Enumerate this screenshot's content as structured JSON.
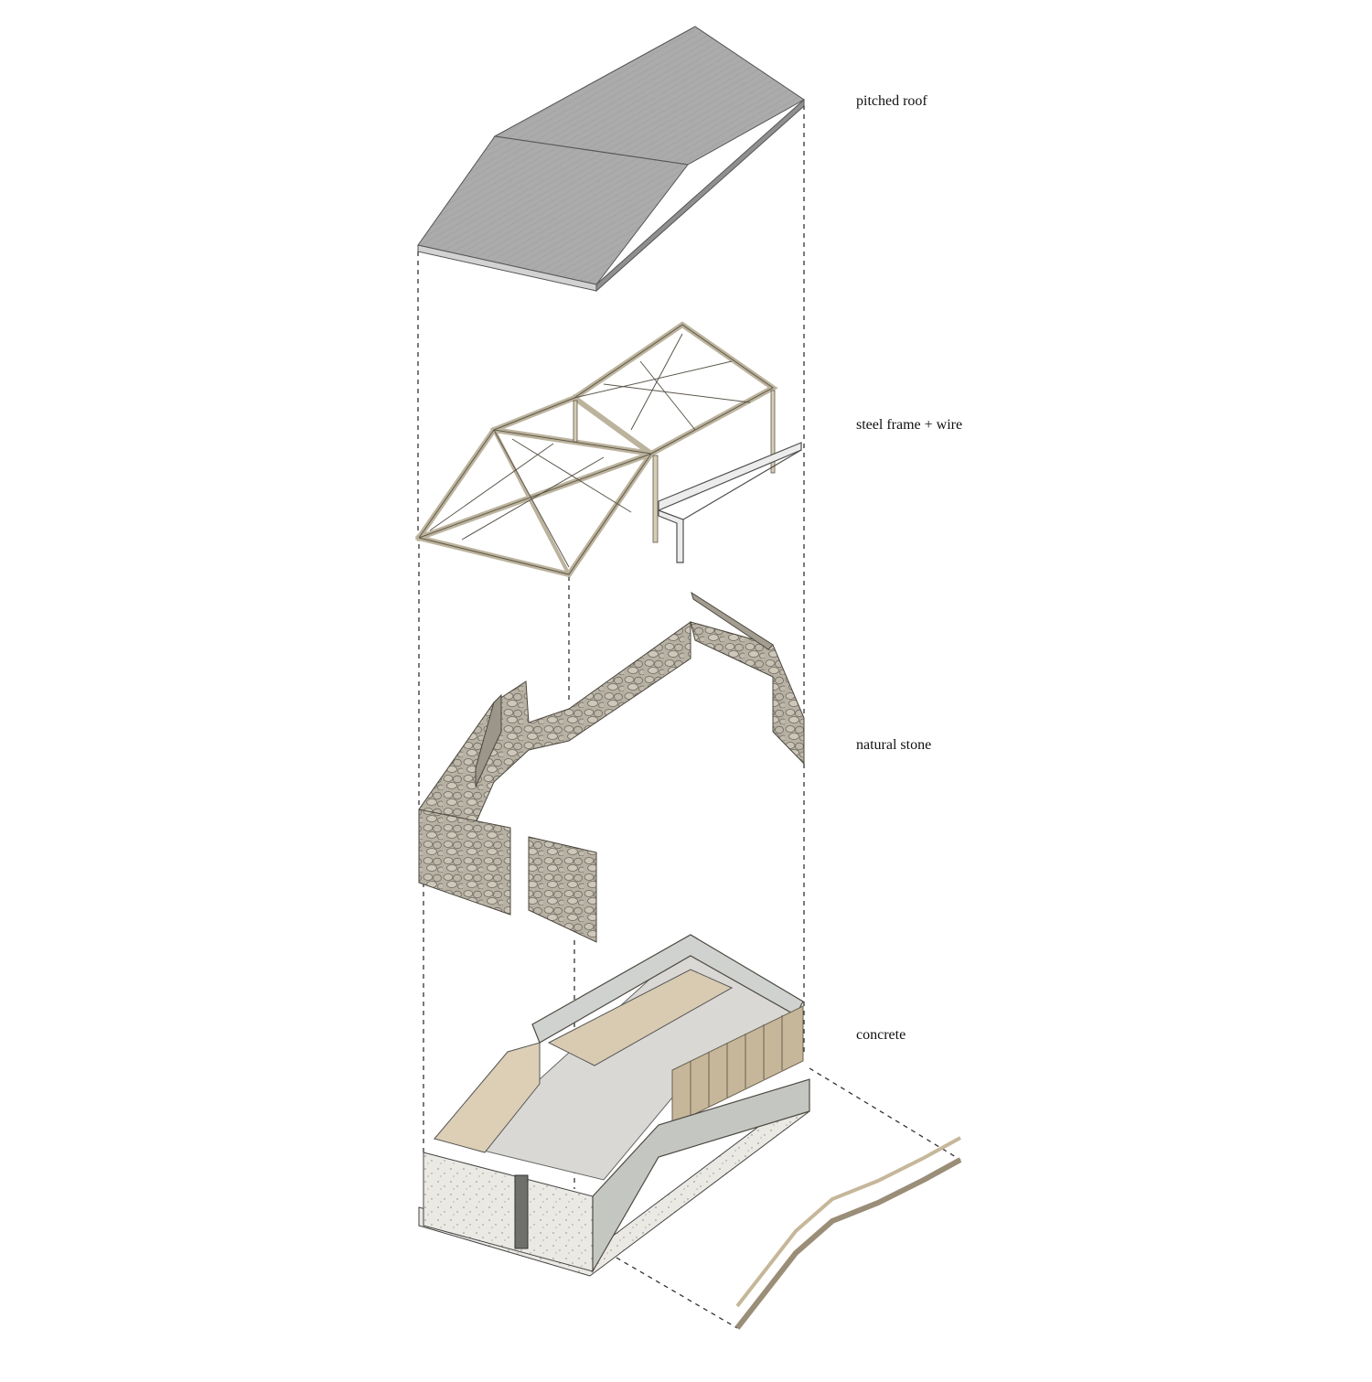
{
  "labels": {
    "roof": "pitched roof",
    "steel": "steel frame + wire",
    "stone": "natural stone",
    "concrete": "concrete"
  },
  "colors": {
    "roof": "#a9a9a9",
    "steel": "#bcb39d",
    "stone": "#b4aea1",
    "concrete": "#e6e4df",
    "timber": "#c6b79a",
    "interior": "#d8cbb2"
  }
}
